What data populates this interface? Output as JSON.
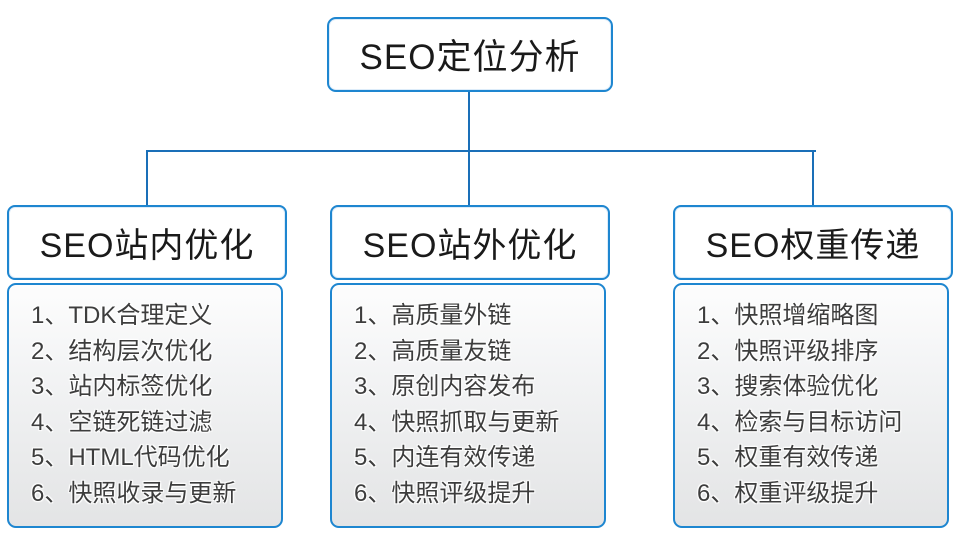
{
  "diagram": {
    "root": {
      "label": "SEO定位分析"
    },
    "columns": [
      {
        "title": "SEO站内优化",
        "items": [
          "1、TDK合理定义",
          "2、结构层次优化",
          "3、站内标签优化",
          "4、空链死链过滤",
          "5、HTML代码优化",
          "6、快照收录与更新"
        ]
      },
      {
        "title": "SEO站外优化",
        "items": [
          "1、高质量外链",
          "2、高质量友链",
          "3、原创内容发布",
          "4、快照抓取与更新",
          "5、内连有效传递",
          "6、快照评级提升"
        ]
      },
      {
        "title": "SEO权重传递",
        "items": [
          "1、快照增缩略图",
          "2、快照评级排序",
          "3、搜索体验优化",
          "4、检索与目标访问",
          "5、权重有效传递",
          "6、权重评级提升"
        ]
      }
    ],
    "colors": {
      "box_border_blue": "#1e86d0",
      "connector_blue": "#1a6fb8",
      "list_fill_bottom": "#e3e4e5",
      "list_text": "#3d3d3d"
    }
  }
}
